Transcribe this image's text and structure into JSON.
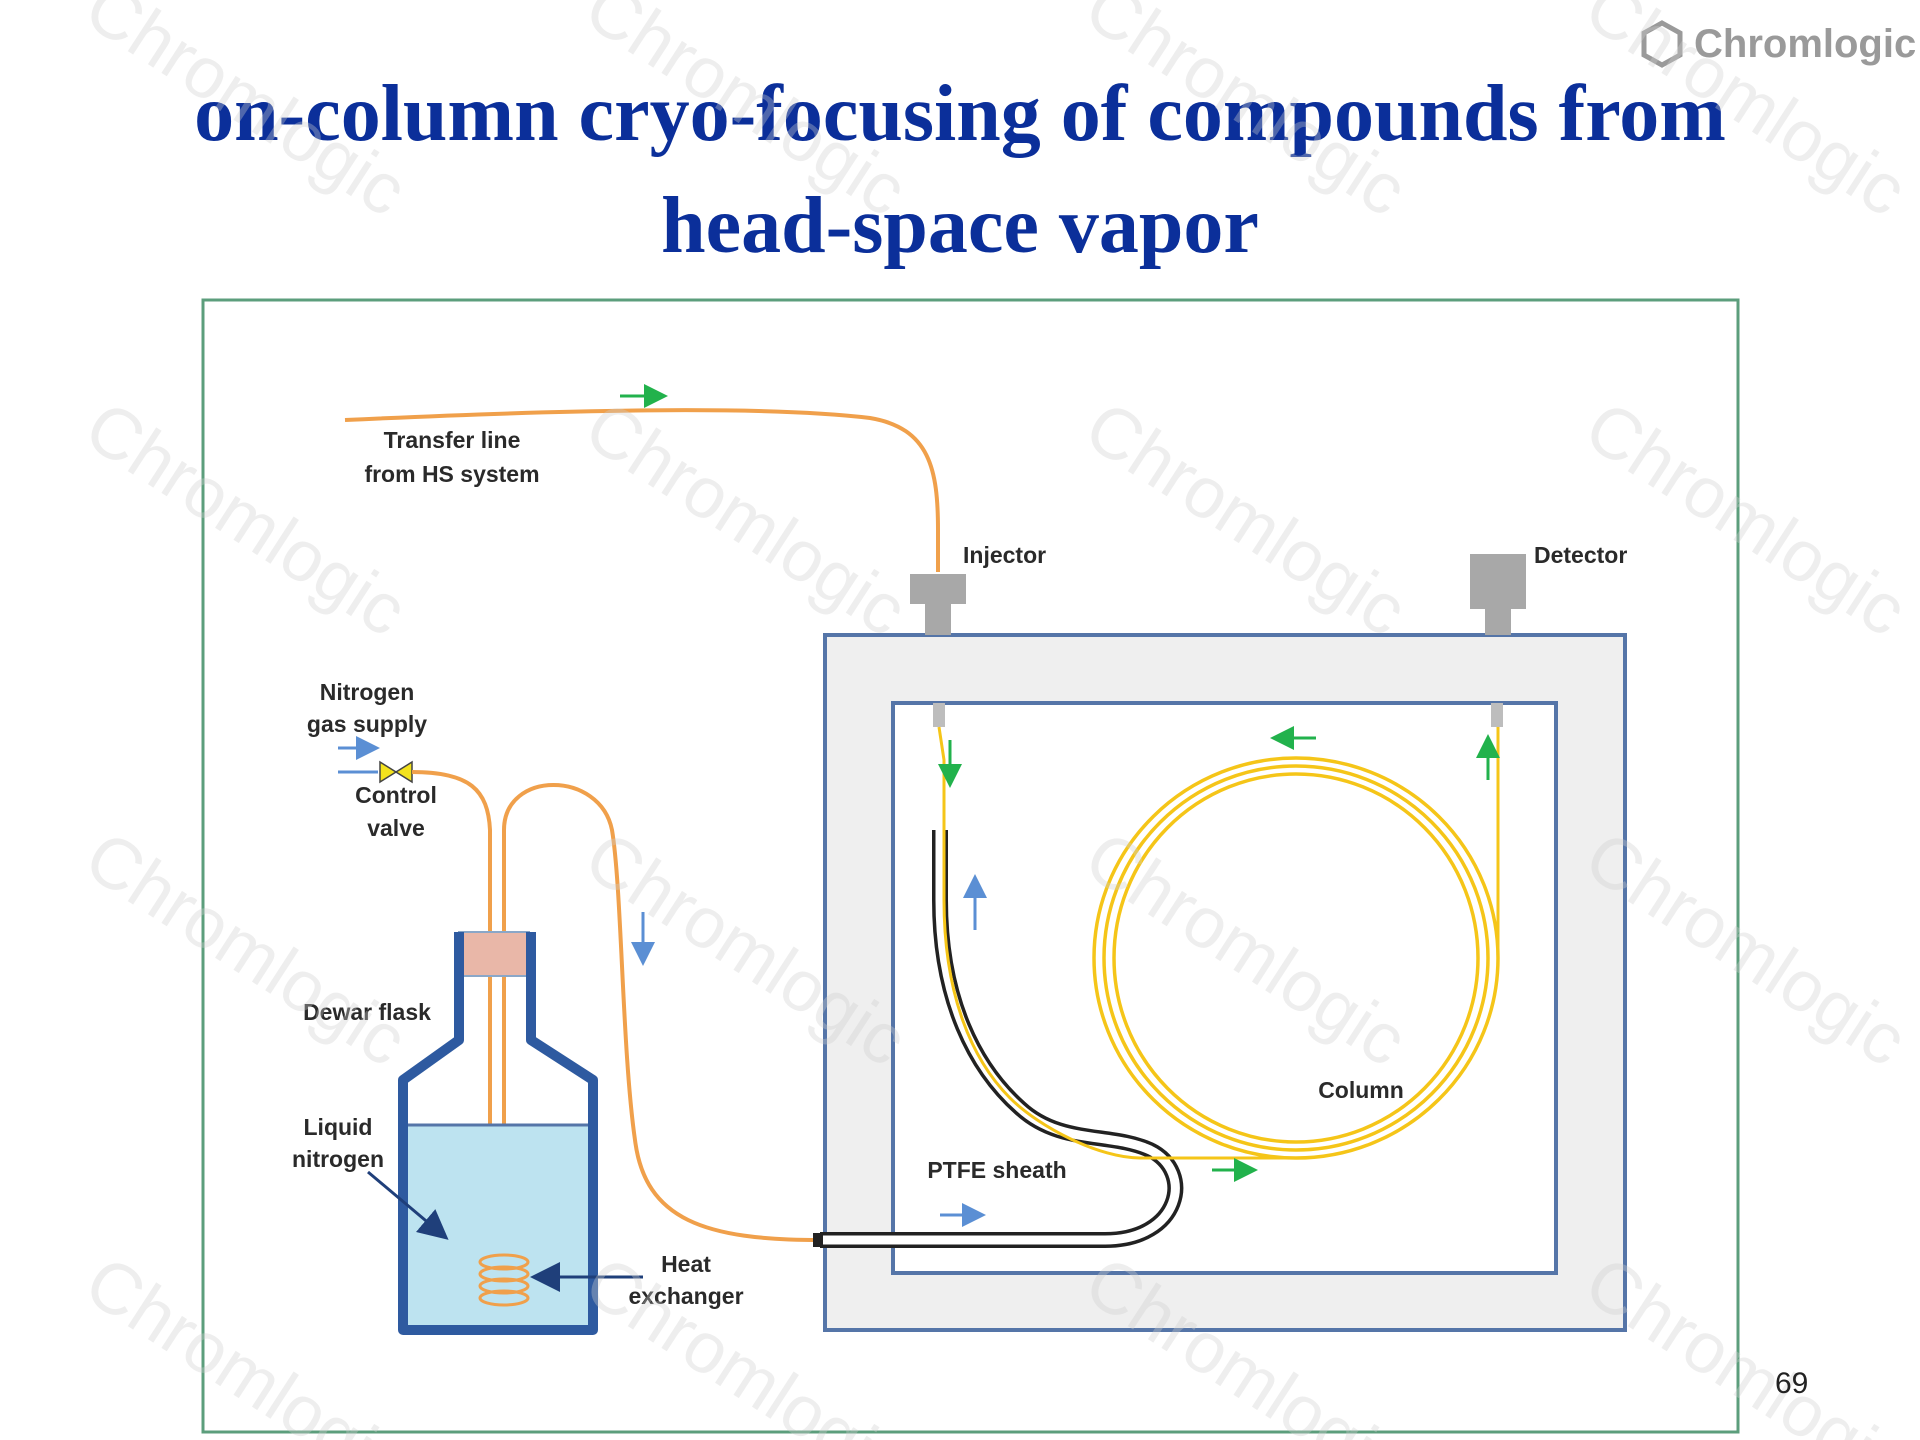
{
  "slide": {
    "title_line1": "on-column cryo-focusing of compounds from",
    "title_line2": "head-space vapor",
    "logo_text": "Chromlogic",
    "logo_icon": "hexagon-icon",
    "watermark_text": "Chromlogic",
    "page_number": "69",
    "title_color": "#0b2f9a"
  },
  "diagram": {
    "labels": {
      "transfer_line_1": "Transfer line",
      "transfer_line_2": "from HS system",
      "injector": "Injector",
      "detector": "Detector",
      "nitrogen_1": "Nitrogen",
      "nitrogen_2": "gas supply",
      "control_valve_1": "Control",
      "control_valve_2": "valve",
      "dewar_flask": "Dewar flask",
      "liquid_nitrogen_1": "Liquid",
      "liquid_nitrogen_2": "nitrogen",
      "heat_exchanger_1": "Heat",
      "heat_exchanger_2": "exchanger",
      "ptfe_sheath": "PTFE sheath",
      "column": "Column"
    },
    "colors": {
      "frame_border": "#5c9e7c",
      "orange_line": "#f0a04b",
      "yellow_column": "#f5c518",
      "oven_border": "#5575a8",
      "oven_fill": "#efefef",
      "flask_border": "#2e5aa0",
      "liquid_fill": "#bde3f0",
      "cap_fill": "#e9b7a8",
      "green_arrow": "#22b24c",
      "blue_arrow": "#5b8fd4",
      "sheath_black": "#222222",
      "port_gray": "#a8a8a8",
      "valve_yellow": "#f3e21d"
    }
  }
}
